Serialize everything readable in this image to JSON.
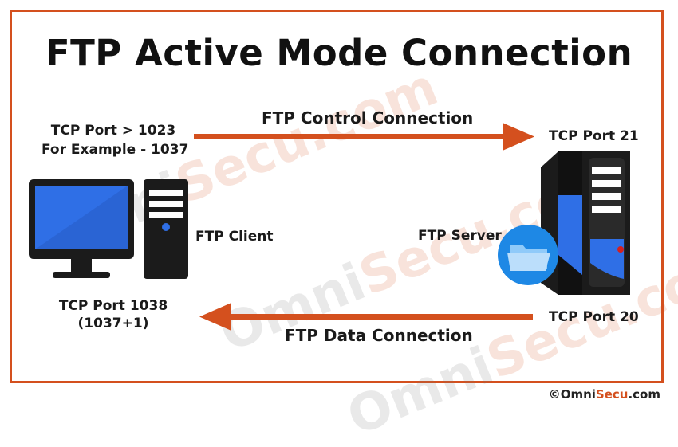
{
  "title": "FTP Active Mode Connection",
  "client": {
    "label": "FTP Client",
    "port_top_line1": "TCP Port > 1023",
    "port_top_line2": "For Example - 1037",
    "port_bottom_line1": "TCP Port 1038",
    "port_bottom_line2": "(1037+1)"
  },
  "server": {
    "label": "FTP Server",
    "port_control": "TCP Port 21",
    "port_data": "TCP Port 20"
  },
  "connections": {
    "control": "FTP Control Connection",
    "data": "FTP Data Connection"
  },
  "watermark": {
    "part1": "Omni",
    "part2": "Secu.com"
  },
  "footer": {
    "symbol": "©",
    "brand1": "Omni",
    "brand2": "Secu",
    "brand3": ".com"
  },
  "colors": {
    "accent": "#d4501e",
    "screen_blue": "#2f6fe6",
    "dark": "#1b1b1b"
  },
  "icons": [
    "desktop-monitor-icon",
    "pc-tower-icon",
    "server-tower-icon",
    "folder-icon"
  ]
}
